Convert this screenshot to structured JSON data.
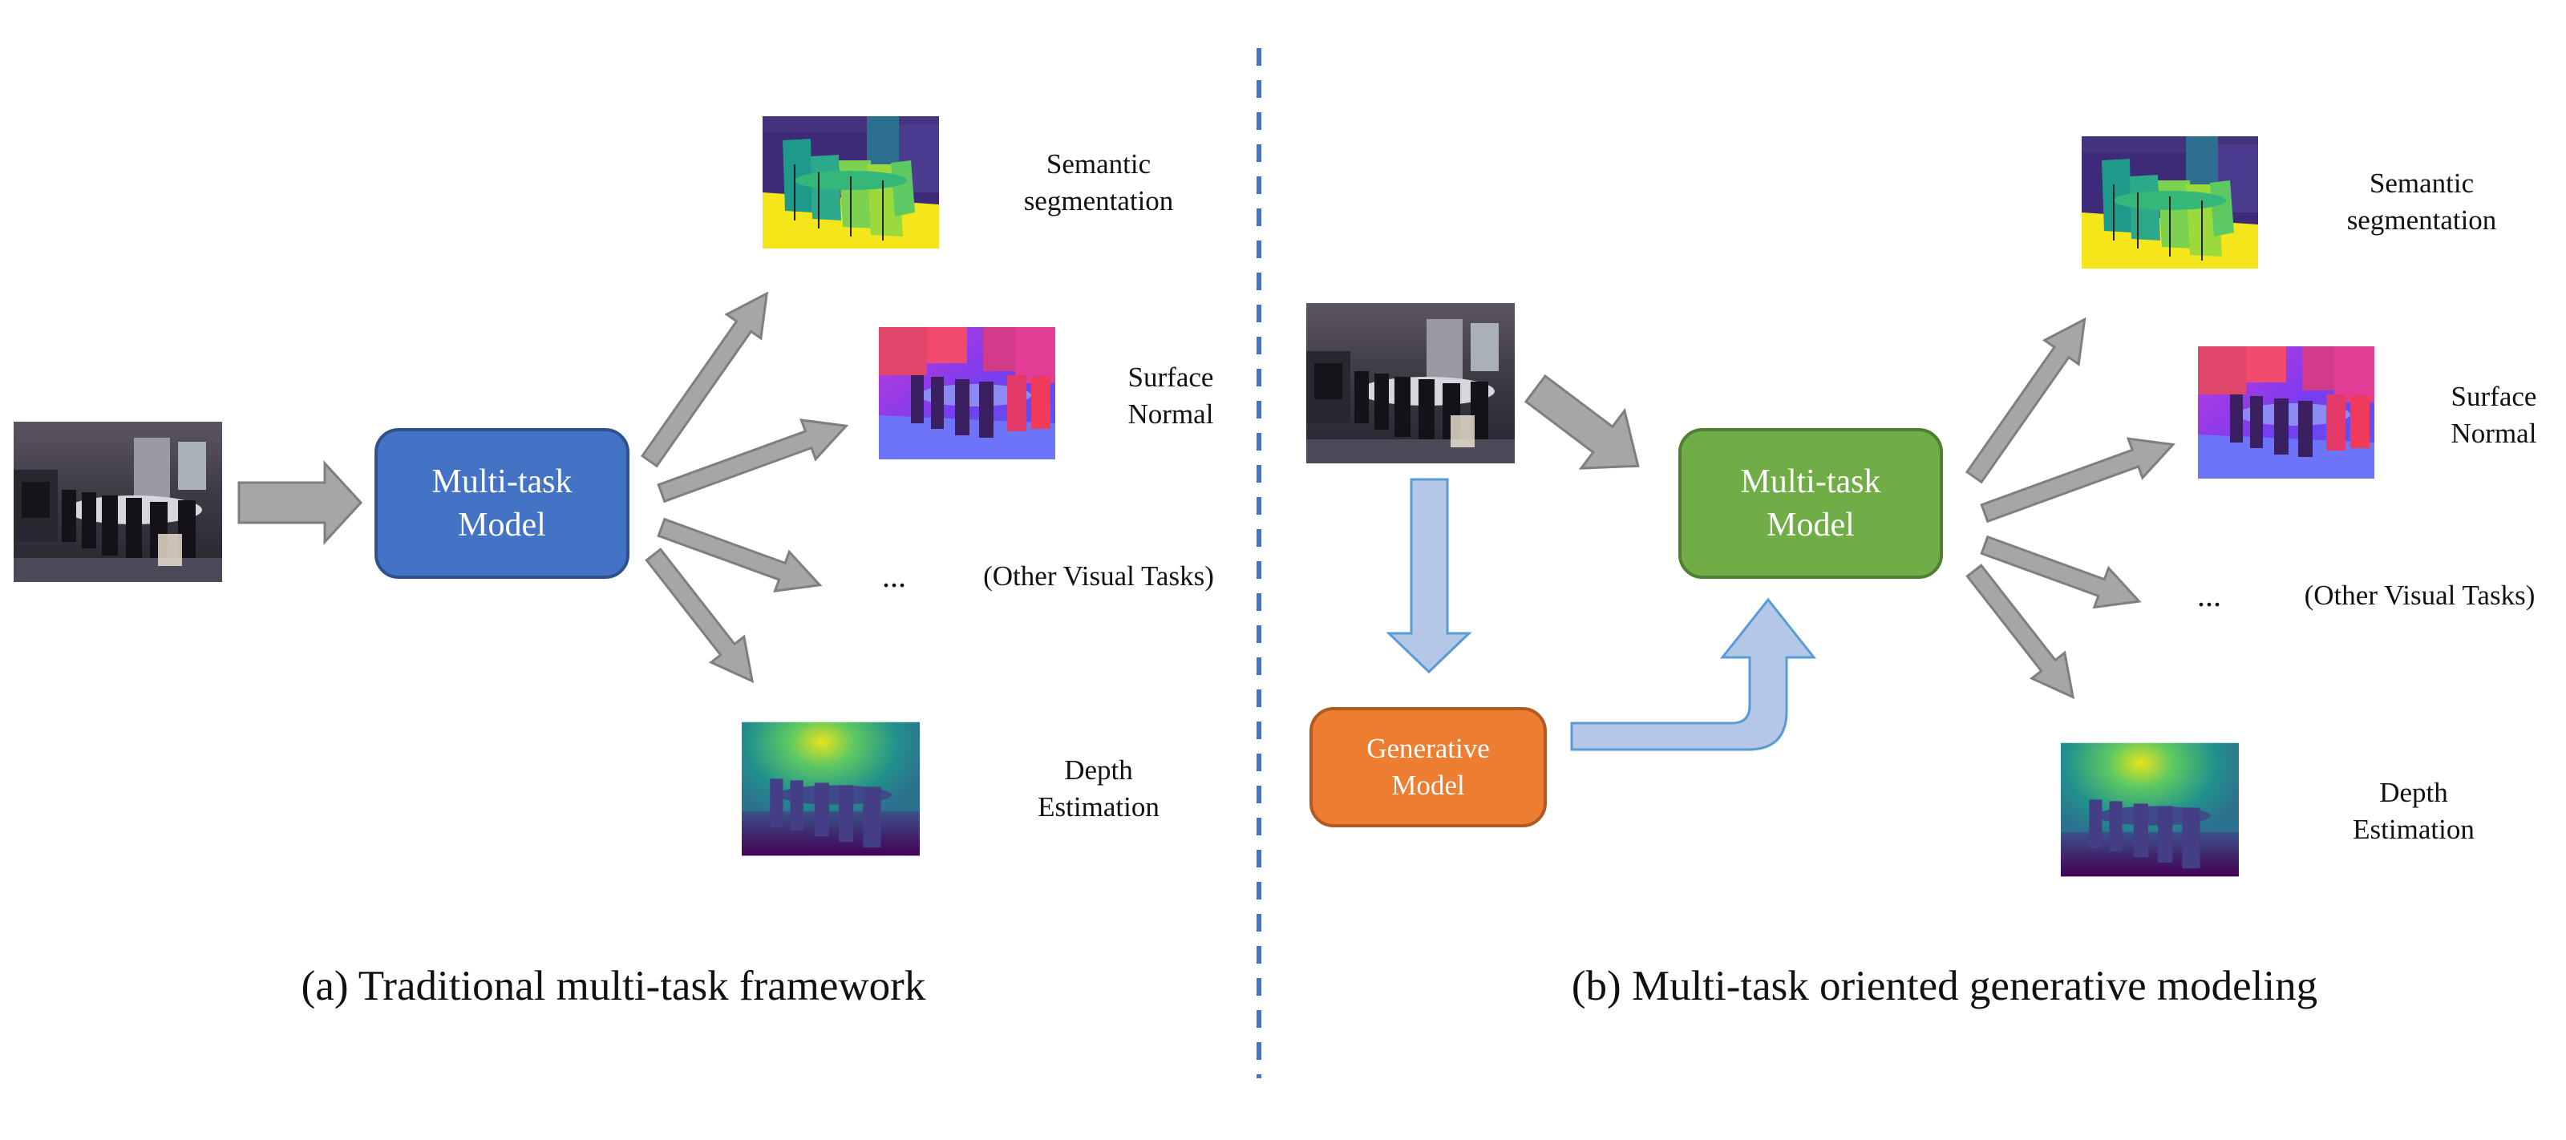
{
  "left": {
    "model_box": {
      "line1": "Multi-task",
      "line2": "Model",
      "color": "#4472C4",
      "border": "#2F528F"
    },
    "outputs": {
      "semantic": {
        "line1": "Semantic",
        "line2": "segmentation"
      },
      "normal": {
        "line1": "Surface",
        "line2": "Normal"
      },
      "ellipsis": "...",
      "other": "(Other Visual Tasks)",
      "depth": {
        "line1": "Depth",
        "line2": "Estimation"
      }
    },
    "caption": "(a) Traditional multi-task framework"
  },
  "right": {
    "model_box": {
      "line1": "Multi-task",
      "line2": "Model",
      "color": "#70AD47",
      "border": "#507E32"
    },
    "generative_box": {
      "line1": "Generative",
      "line2": "Model",
      "color": "#ED7D31",
      "border": "#AE5A21"
    },
    "outputs": {
      "semantic": {
        "line1": "Semantic",
        "line2": "segmentation"
      },
      "normal": {
        "line1": "Surface",
        "line2": "Normal"
      },
      "ellipsis": "...",
      "other": "(Other Visual Tasks)",
      "depth": {
        "line1": "Depth",
        "line2": "Estimation"
      }
    },
    "caption": "(b) Multi-task oriented generative modeling"
  },
  "colors": {
    "grey_arrow_fill": "#A6A6A6",
    "grey_arrow_stroke": "#7F7F7F",
    "blue_arrow_fill": "#B4C7E7",
    "blue_arrow_stroke": "#5B9BD5",
    "divider": "#4472C4"
  },
  "images": [
    "input-room-photo",
    "semantic-segmentation-map",
    "surface-normal-map",
    "depth-map"
  ]
}
